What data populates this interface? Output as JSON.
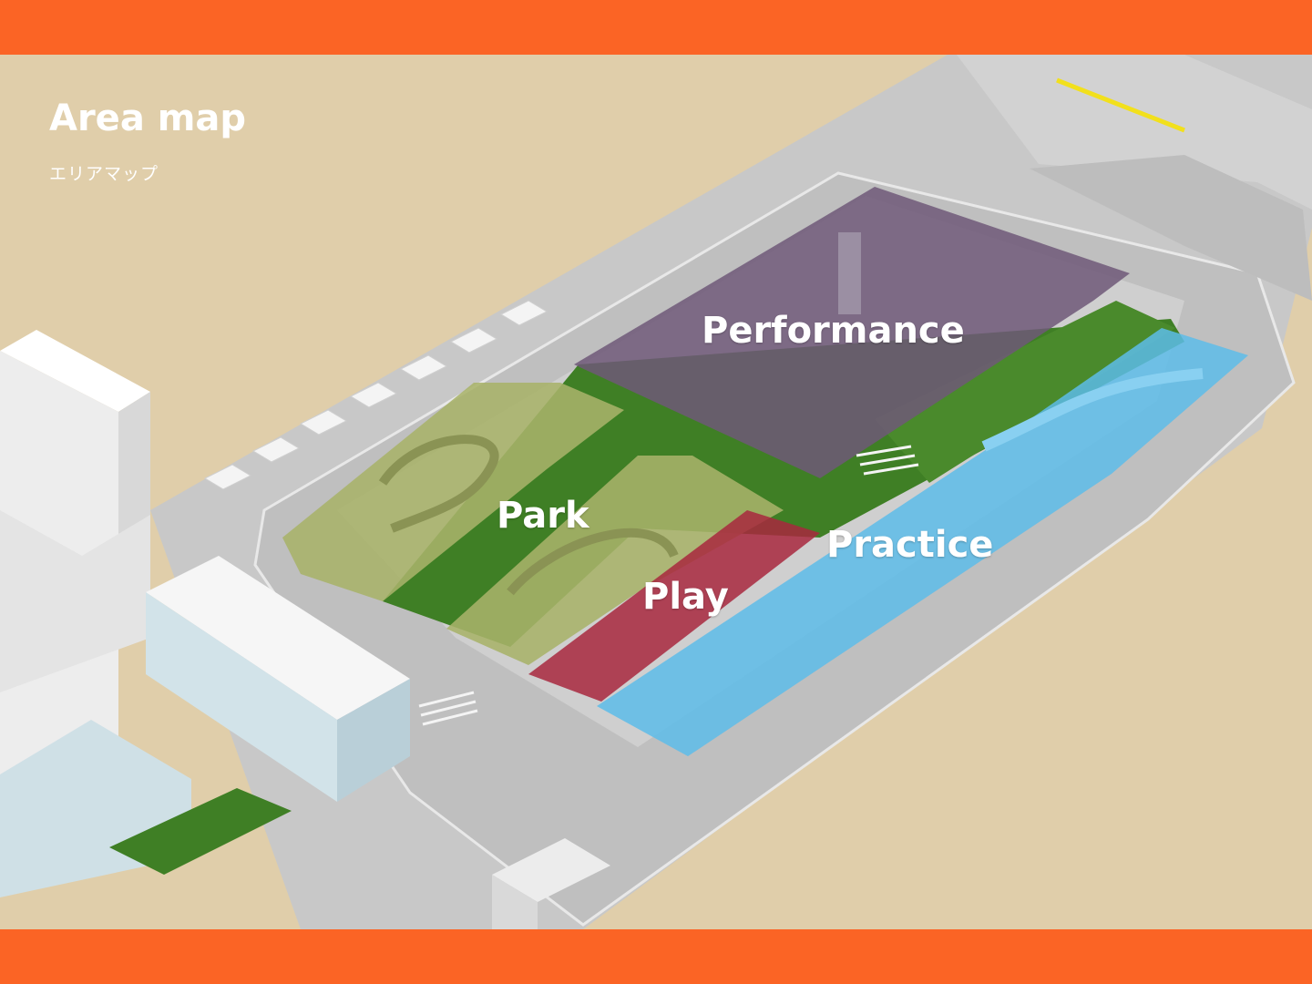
{
  "header": {
    "title": "Area map",
    "subtitle": "エリアマップ"
  },
  "zones": [
    {
      "id": "performance",
      "label": "Performance",
      "color": "#6e5878"
    },
    {
      "id": "park",
      "label": "Park",
      "color": "#a9b36a"
    },
    {
      "id": "play",
      "label": "Play",
      "color": "#a8283e"
    },
    {
      "id": "practice",
      "label": "Practice",
      "color": "#5dbce9"
    }
  ],
  "colors": {
    "frame_bar": "#fb6425",
    "background": "#e0ceaa",
    "grass": "#3f7f25",
    "ground": "#c6c6c6",
    "building": "#f2f2f2"
  }
}
